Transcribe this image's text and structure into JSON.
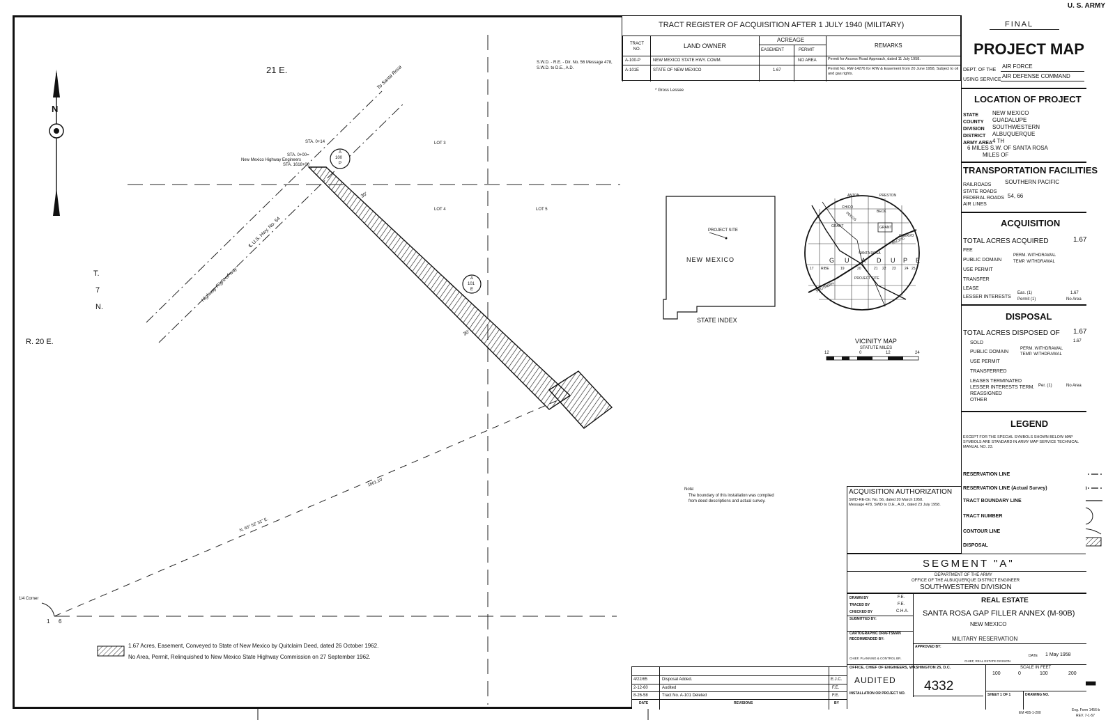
{
  "header": {
    "agency": "U. S. ARMY"
  },
  "register": {
    "title": "TRACT REGISTER OF ACQUISITION AFTER 1 JULY 1940 (MILITARY)",
    "col_tract": "TRACT NO.",
    "col_owner": "LAND OWNER",
    "col_acreage": "ACREAGE",
    "col_easement": "EASEMENT",
    "col_permit": "PERMIT",
    "col_remarks": "REMARKS",
    "rows": [
      {
        "tract": "A-100-P",
        "owner": "NEW MEXICO STATE HWY. COMM.",
        "easement": "",
        "permit": "NO AREA",
        "remarks": "Permit for Access Road Approach, dated 11 July 1958."
      },
      {
        "tract": "A-101E",
        "owner": "STATE OF NEW MEXICO",
        "easement": "1.67",
        "permit": "",
        "remarks": "Permit No. RW-14276 for R/W & Easement from 20 June 1958, Subject to oil and gas rights."
      }
    ],
    "side_note": "S.W.D. - R.E. - Dir. No. 56 Message 478, S.W.D. to D.E., A.D.",
    "footnote": "* Gross Lessee"
  },
  "map": {
    "range_top": "21 E.",
    "range_left": "R. 20 E.",
    "township_t": "T.",
    "township_7": "7",
    "township_n": "N.",
    "north": "N",
    "lot3": "LOT 3",
    "lot4": "LOT 4",
    "lot5": "LOT 5",
    "to_santa_rosa": "To Santa Rosa",
    "us_hwy": "℄ U.S. Hwy. No. 54",
    "row": "Highway Right-of-way",
    "sta_014": "STA. 0+14",
    "sta_000": "STA. 0+00=",
    "nmhe": "New Mexico Highway Engineers",
    "sta_1618": "STA. 1618+00",
    "tract_a100": [
      "A",
      "100",
      "P"
    ],
    "tract_a101": [
      "A",
      "101",
      "E"
    ],
    "dim_30a": "30'",
    "dim_30b": "30'",
    "bearing": "N. 65° 52' 31\" E.",
    "distance": "1861.10'",
    "quarter_corner": "1/4 Corner",
    "sec_1": "1",
    "sec_6": "6",
    "note_head": "Note:",
    "note_body1": "The boundary of this installation was compiled",
    "note_body2": "from deed descriptions and actual survey."
  },
  "state_index": {
    "state": "NEW MEXICO",
    "site": "PROJECT SITE",
    "label": "STATE INDEX"
  },
  "vicinity": {
    "title": "VICINITY MAP",
    "units": "STATUTE MILES",
    "scale": [
      "12",
      "0",
      "12",
      "24"
    ],
    "places": [
      "ANTON",
      "PRESTON",
      "CHICO",
      "BECK",
      "GRANT",
      "GRANT",
      "CUERVO",
      "SANTA ROSA",
      "PROJECT SITE",
      "PECOS",
      "SOUTHERN",
      "PACIFIC"
    ],
    "county_letters": [
      "G",
      "U",
      "A",
      "D",
      "U",
      "P",
      "E"
    ],
    "range_nums": [
      "17",
      "RIBE",
      "19",
      "20",
      "21",
      "22",
      "23",
      "24",
      "25"
    ]
  },
  "title_panel": {
    "final": "FINAL",
    "project_map": "PROJECT MAP",
    "dept_label": "DEPT. OF THE",
    "dept_value": "AIR FORCE",
    "using_label": "USING SERVICE",
    "using_value": "AIR DEFENSE COMMAND",
    "location_head": "LOCATION OF PROJECT",
    "state_label": "STATE",
    "state_value": "NEW MEXICO",
    "county_label": "COUNTY",
    "county_value": "GUADALUPE",
    "division_label": "DIVISION",
    "division_value": "SOUTHWESTERN",
    "district_label": "DISTRICT",
    "district_value": "ALBUQUERQUE",
    "army_label": "ARMY AREA",
    "army_value": "4 TH",
    "miles1": "6  MILES  S.W.  OF  SANTA ROSA",
    "miles2": "MILES          OF",
    "transport_head": "TRANSPORTATION FACILITIES",
    "railroads_label": "RAILROADS",
    "railroads_value": "SOUTHERN PACIFIC",
    "state_roads_label": "STATE ROADS",
    "federal_label": "FEDERAL ROADS",
    "federal_value": "54, 66",
    "air_label": "AIR LINES",
    "acq_head": "ACQUISITION",
    "acq_total_label": "TOTAL ACRES ACQUIRED",
    "acq_total_value": "1.67",
    "acq_fee": "FEE",
    "acq_public": "PUBLIC DOMAIN",
    "perm_withdrawal": "PERM. WITHDRAWAL",
    "temp_withdrawal": "TEMP. WITHDRAWAL",
    "use_permit": "USE PERMIT",
    "transfer": "TRANSFER",
    "lease": "LEASE",
    "lesser": "LESSER INTERESTS",
    "eas": "Eas. (1)",
    "eas_val": "1.67",
    "permit1": "Permit (1)",
    "permit1_val": "No Area",
    "disp_head": "DISPOSAL",
    "disp_total_label": "TOTAL ACRES DISPOSED OF",
    "disp_total_value": "1.67",
    "sold": "SOLD",
    "sold_val": "1.67",
    "transferred": "TRANSFERRED",
    "leases_term": "LEASES TERMINATED",
    "lesser_term": "LESSER INTERESTS TERM.",
    "per1": "Per. (1)",
    "per1_val": "No Area",
    "reassigned": "REASSIGNED",
    "other": "OTHER",
    "legend_head": "LEGEND",
    "legend_note": "EXCEPT FOR THE SPECIAL SYMBOLS SHOWN BELOW MAP SYMBOLS ARE STANDARD IN ARMY MAP SERVICE TECHNICAL MANUAL NO. 23.",
    "legend_items": [
      "RESERVATION LINE",
      "RESERVATION LINE (Actual Survey)",
      "TRACT BOUNDARY LINE",
      "TRACT NUMBER",
      "CONTOUR LINE",
      "DISPOSAL"
    ]
  },
  "authorization": {
    "head": "ACQUISITION AUTHORIZATION",
    "line1": "SWD-RE-Dir. No. 56, dated 20 March 1958.",
    "line2": "Message 478, SWD to D.E., A.D., dated 23 July 1958."
  },
  "title_block": {
    "segment": "SEGMENT \"A\"",
    "dept": "DEPARTMENT OF THE ARMY",
    "office": "OFFICE OF THE ALBUQUERQUE DISTRICT ENGINEER",
    "division": "SOUTHWESTERN DIVISION",
    "drawn": "DRAWN BY",
    "drawn_val": "F.E.",
    "traced": "TRACED BY",
    "traced_val": "F.E.",
    "checked": "CHECKED BY",
    "checked_val": "C.H.A.",
    "submitted": "SUBMITTED BY:",
    "carto": "CARTOGRAPHIC DRAFTSMAN",
    "recommended": "RECOMMENDED BY:",
    "chief_mapping": "CHIEF, PLANNING & CONTROL BR.",
    "approved": "APPROVED BY:",
    "chief_re": "CHIEF, REAL ESTATE DIVISION",
    "date_label": "DATE",
    "date_value": "1  May  1958",
    "real_estate": "REAL ESTATE",
    "name": "SANTA ROSA GAP FILLER ANNEX (M-90B)",
    "state": "NEW MEXICO",
    "military": "MILITARY RESERVATION",
    "scale_label": "SCALE IN FEET",
    "scale_vals": [
      "100",
      "0",
      "100",
      "200"
    ],
    "office_chief": "OFFICE, CHIEF OF ENGINEERS, WASHINGTON 25, D.C.",
    "audited": "AUDITED",
    "project_no": "4332",
    "installation": "INSTALLATION OR PROJECT NO.",
    "sheet": "SHEET  1  OF  1",
    "drawing": "DRAWING NO."
  },
  "revisions": {
    "rows": [
      {
        "date": "4/22/65",
        "text": "Disposal Added.",
        "by": "E.J.C."
      },
      {
        "date": "2-12-60",
        "text": "Audited",
        "by": "F.E."
      },
      {
        "date": "8-26-58",
        "text": "Tract No. A-101 Deleted",
        "by": "F.E."
      }
    ],
    "date_head": "DATE",
    "rev_head": "REVISIONS",
    "by_head": "BY"
  },
  "map_legend": {
    "line1": "1.67 Acres, Easement, Conveyed to State of New Mexico by Quitclaim Deed, dated 26 October 1962.",
    "line2": "No Area, Permit, Relinquished to New Mexico State Highway Commission on 27 September 1962."
  },
  "footer": {
    "em": "EM 405-1-200",
    "form": "Eng. Form 1456-b",
    "rev": "REV. 7-1-57"
  }
}
